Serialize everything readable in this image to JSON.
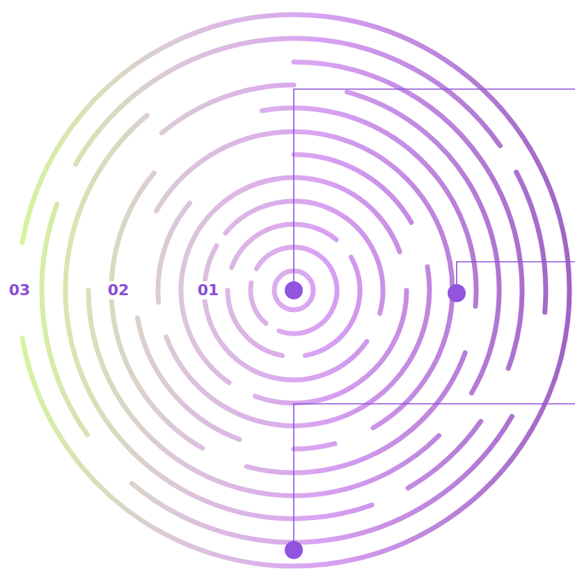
{
  "diagram": {
    "labels": [
      "03",
      "02",
      "01"
    ]
  }
}
